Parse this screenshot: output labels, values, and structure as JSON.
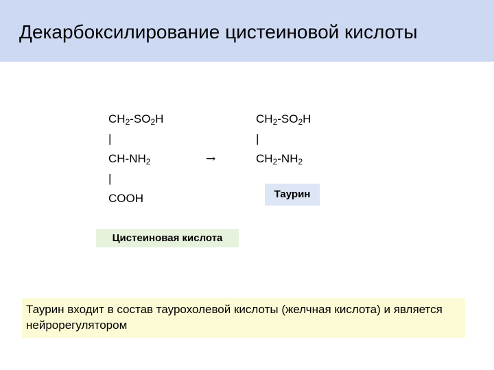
{
  "slide": {
    "title": "Декарбоксилирование цистеиновой кислоты"
  },
  "reactant": {
    "line1": {
      "a": "CH",
      "sub1": "2",
      "b": "-SO",
      "sub2": "2",
      "c": "H"
    },
    "bond1": "|",
    "line2": {
      "a": "CH-NH",
      "sub1": "2"
    },
    "bond2": "|",
    "line3": "COOH",
    "name": "Цистеиновая кислота"
  },
  "arrow": "→",
  "product": {
    "line1": {
      "a": "CH",
      "sub1": "2",
      "b": "-SO",
      "sub2": "2",
      "c": "H"
    },
    "bond1": "|",
    "line2": {
      "a": "CH",
      "sub1": "2",
      "b": "-NH",
      "sub2": "2"
    },
    "name": "Таурин"
  },
  "note": {
    "text": "Таурин входит в состав таурохолевой кислоты (желчная кислота) и является нейрорегулятором"
  },
  "colors": {
    "header_bg": "#cdd9f2",
    "reactant_label_bg": "#e6f2dc",
    "product_label_bg": "#dde6f5",
    "note_bg": "#fdfbd5"
  }
}
